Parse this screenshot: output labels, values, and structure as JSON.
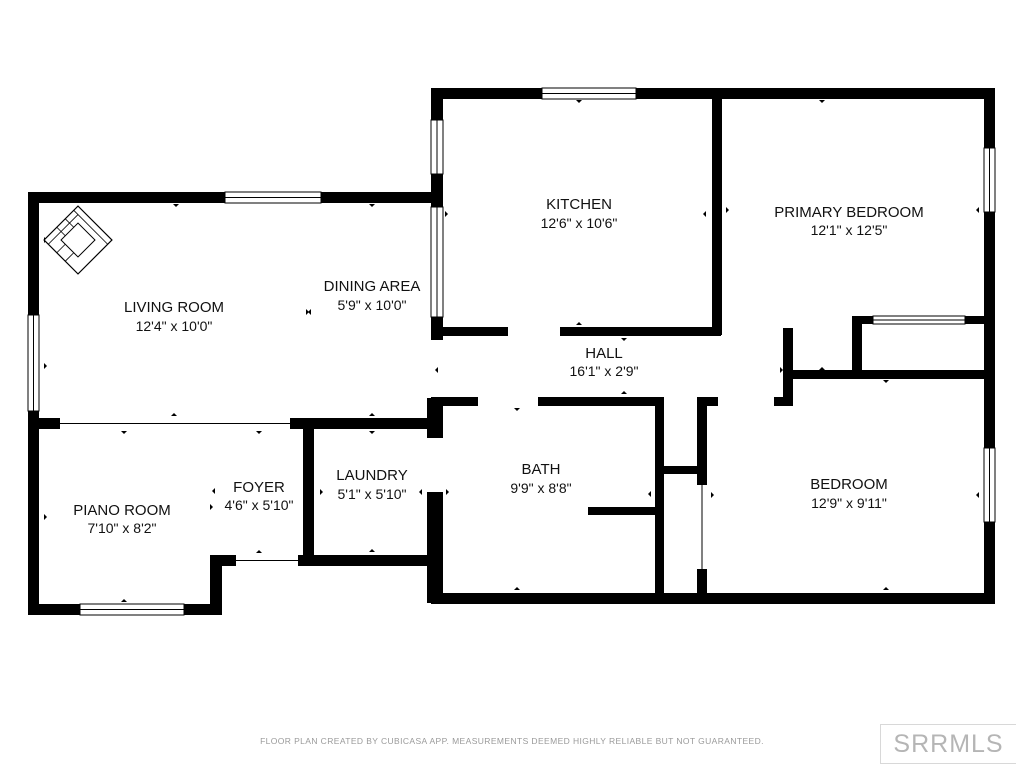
{
  "rooms": {
    "kitchen": {
      "name": "KITCHEN",
      "dims": "12'6\" x 10'6\""
    },
    "primary_bedroom": {
      "name": "PRIMARY BEDROOM",
      "dims": "12'1\" x 12'5\""
    },
    "living_room": {
      "name": "LIVING ROOM",
      "dims": "12'4\" x 10'0\""
    },
    "dining_area": {
      "name": "DINING AREA",
      "dims": "5'9\" x 10'0\""
    },
    "hall": {
      "name": "HALL",
      "dims": "16'1\" x 2'9\""
    },
    "piano_room": {
      "name": "PIANO ROOM",
      "dims": "7'10\" x 8'2\""
    },
    "foyer": {
      "name": "FOYER",
      "dims": "4'6\" x 5'10\""
    },
    "laundry": {
      "name": "LAUNDRY",
      "dims": "5'1\" x 5'10\""
    },
    "bath": {
      "name": "BATH",
      "dims": "9'9\" x 8'8\""
    },
    "bedroom": {
      "name": "BEDROOM",
      "dims": "12'9\" x 9'11\""
    }
  },
  "footer": {
    "disclaimer": "FLOOR PLAN CREATED BY CUBICASA APP. MEASUREMENTS DEEMED HIGHLY RELIABLE BUT NOT GUARANTEED.",
    "watermark": "SRRMLS"
  },
  "icons": [
    "fireplace-icon"
  ],
  "colors": {
    "walls": "#000000",
    "background": "#ffffff",
    "footer_text": "#9a9a9a"
  }
}
